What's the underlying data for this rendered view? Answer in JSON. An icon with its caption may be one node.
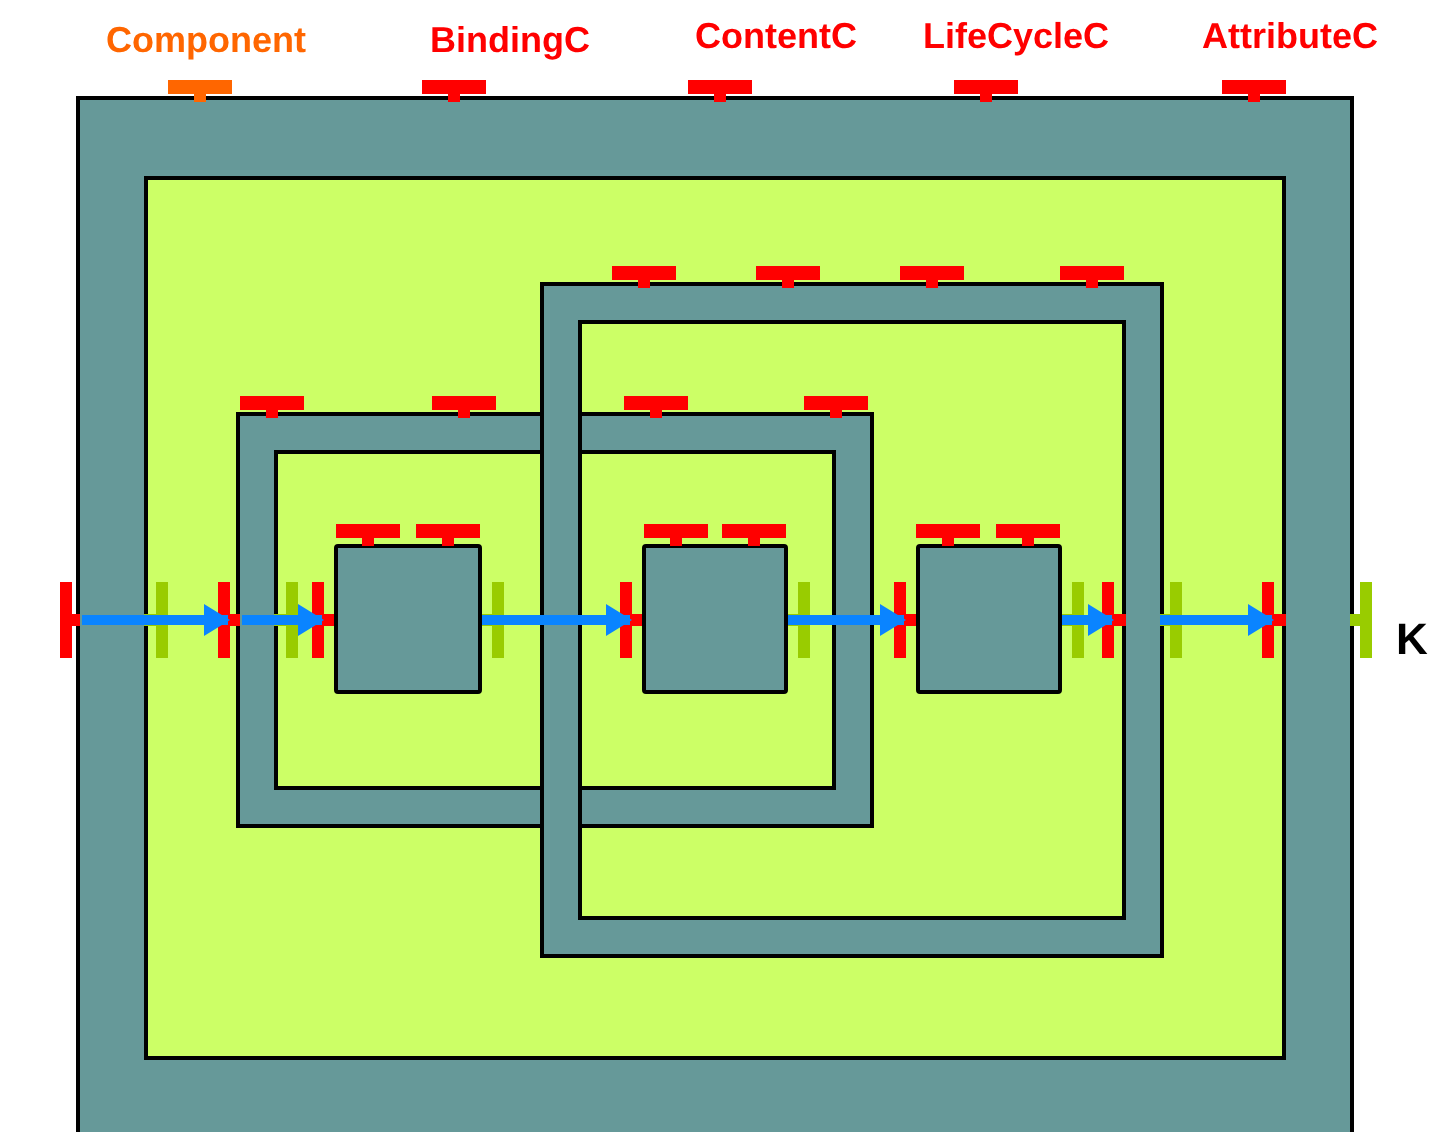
{
  "diagram": {
    "nodes": [
      {
        "text": [],
        "shape": "box"
      },
      {
        "text": [],
        "shape": "box",
        "in": 0
      },
      {
        "text": [],
        "shape": "box",
        "in": 0
      },
      {
        "text": [],
        "shape": "box",
        "in": 1
      },
      {
        "text": [],
        "shape": "box"
      },
      {
        "text": [],
        "shape": "box",
        "in": 2
      }
    ],
    "edges": [
      {
        "from": 0,
        "to": 1,
        "arrow": "to"
      },
      {
        "from": 1,
        "to": 3,
        "arrow": "to"
      },
      {
        "from": 3,
        "to": 4,
        "arrow": "to"
      },
      {
        "from": 4,
        "to": 5,
        "arrow": "to"
      },
      {
        "from": 5,
        "to": 2,
        "arrow": "to"
      },
      {
        "from": 2,
        "to": 0,
        "arrow": "to"
      }
    ],
    "labels": [
      "Component",
      "BindingC",
      "ContentC",
      "LifeCycleC",
      "AttributeC",
      "K"
    ]
  }
}
